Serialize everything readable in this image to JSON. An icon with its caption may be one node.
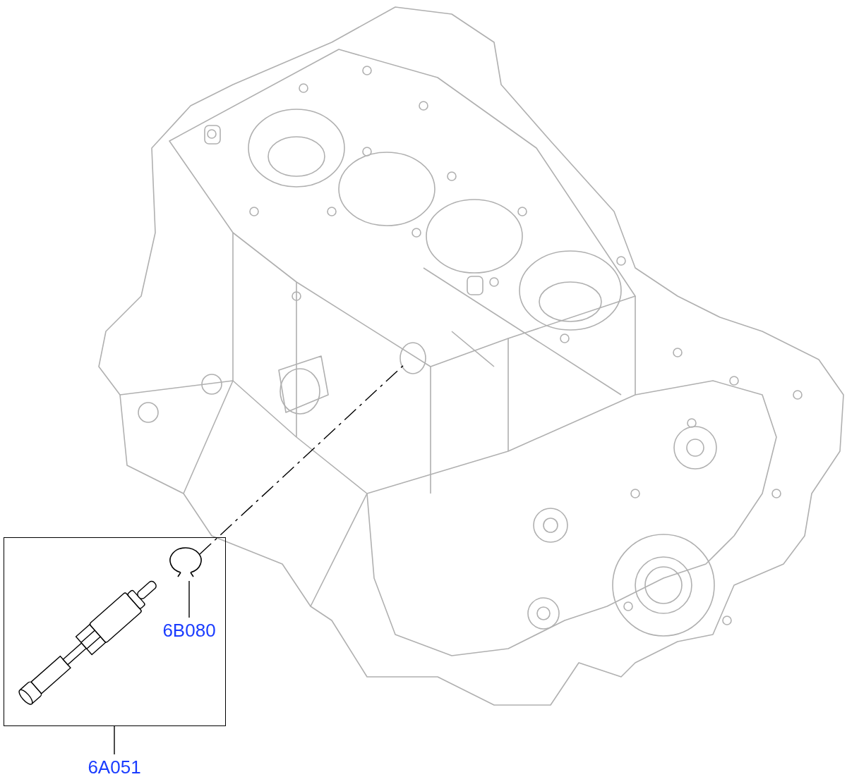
{
  "diagram": {
    "nodes": [
      {
        "text": [],
        "shape": "picture"
      },
      {
        "text": [],
        "shape": "box"
      },
      {
        "text": [],
        "shape": "picture",
        "in": 1
      },
      {
        "text": [],
        "shape": "picture",
        "in": 1
      },
      {
        "text": [
          "6B080"
        ],
        "in": 1
      },
      {
        "text": [
          "6A051"
        ]
      }
    ],
    "edges": [
      {
        "from": 4,
        "to": 2,
        "arrow": "none"
      },
      {
        "from": 5,
        "to": 1,
        "arrow": "none"
      },
      {
        "from": 2,
        "to": 0,
        "arrow": "none",
        "style": "dashed"
      }
    ]
  }
}
